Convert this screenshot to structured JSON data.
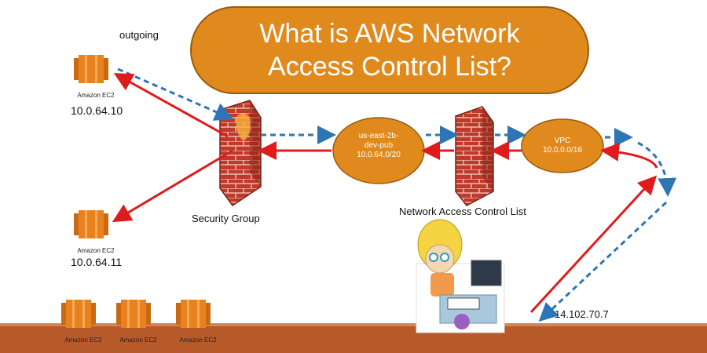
{
  "title": {
    "line1": "What is AWS Network",
    "line2": "Access Control List?"
  },
  "labels": {
    "outgoing": "outgoing",
    "security_group": "Security Group",
    "nacl": "Network Access Control List",
    "client_ip": "14.102.70.7"
  },
  "instances": [
    {
      "caption": "Amazon EC2",
      "ip": "10.0.64.10"
    },
    {
      "caption": "Amazon EC2",
      "ip": "10.0.64.11"
    },
    {
      "caption": "Amazon EC2"
    },
    {
      "caption": "Amazon EC2"
    },
    {
      "caption": "Amazon EC2"
    }
  ],
  "subnet": {
    "line1": "us-east-2b-",
    "line2": "dev-pub",
    "line3": "10.0.64.0/20"
  },
  "vpc": {
    "line1": "VPC",
    "line2": "10.0.0.0/16"
  },
  "colors": {
    "title_fill": "#e08a1e",
    "node_fill": "#e08a1e",
    "ec2": "#e8821e",
    "brick": "#c0392b",
    "outbound_arrow": "#2e75b6",
    "inbound_arrow": "#e01b1b",
    "ground": "#b75a2a"
  },
  "icons": [
    "ec2-icon",
    "firewall-icon",
    "user-at-computer-icon"
  ]
}
